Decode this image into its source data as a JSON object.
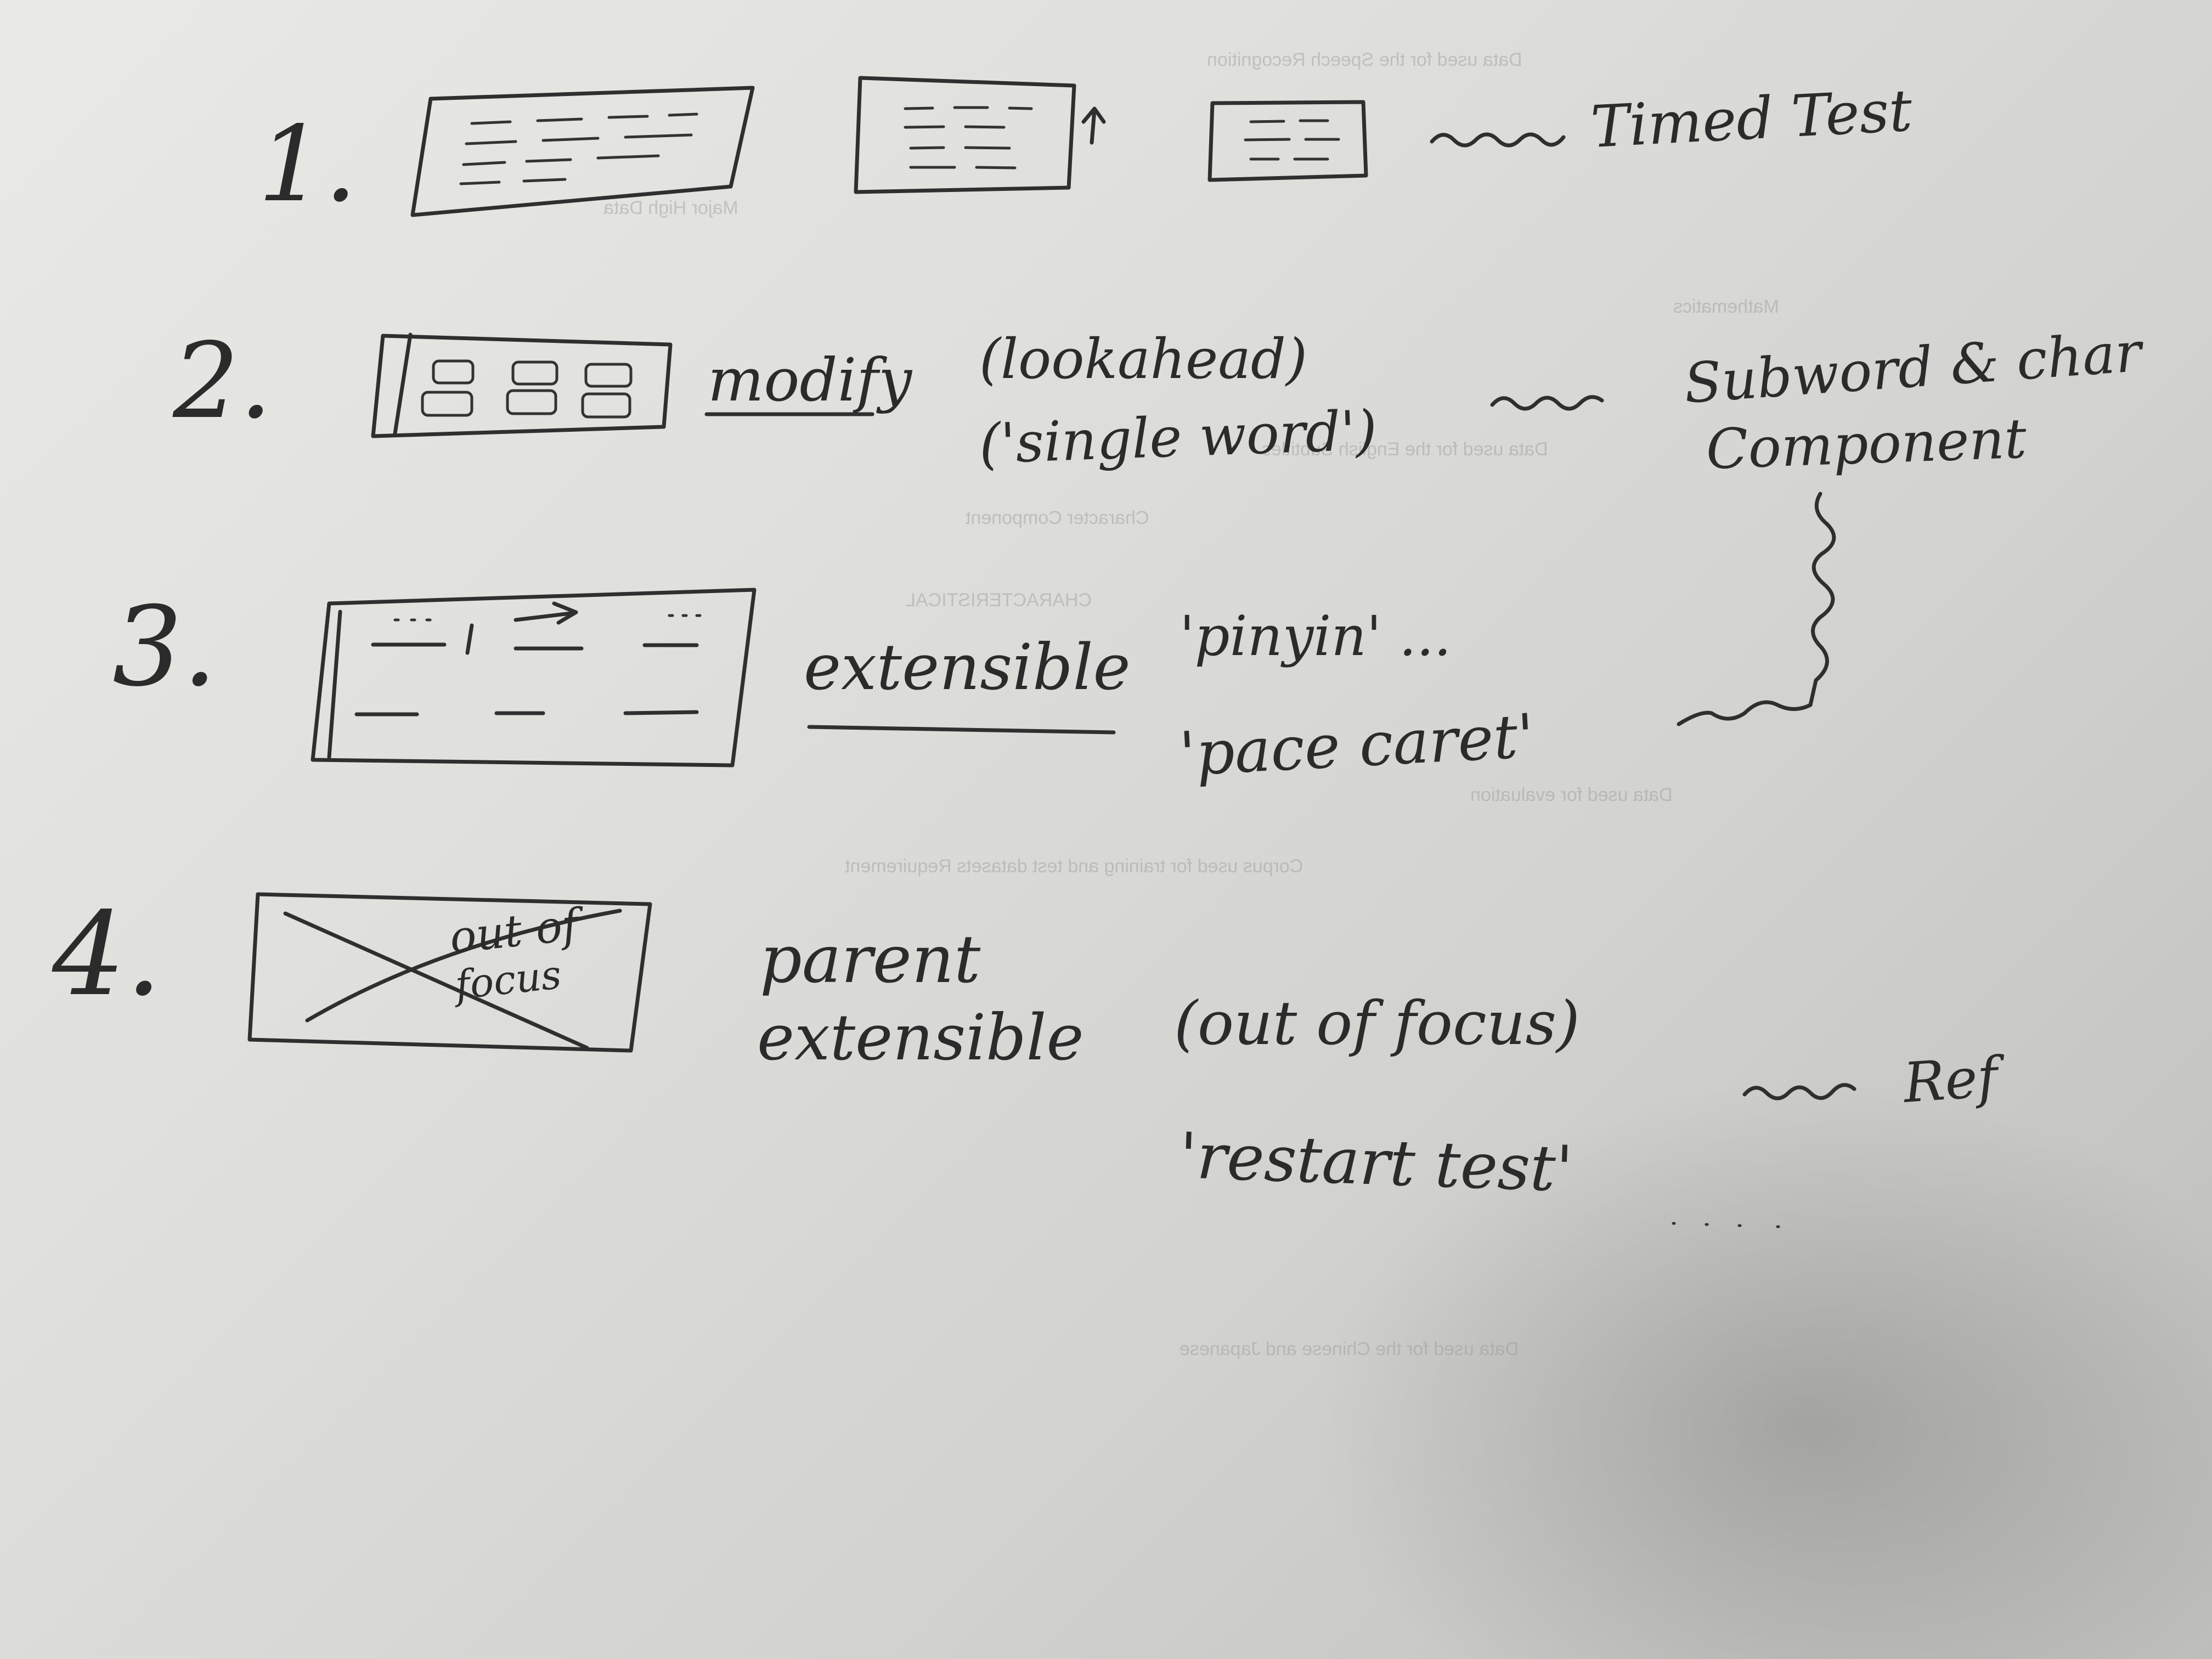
{
  "sketch": {
    "row1": {
      "number": "1.",
      "note": "Timed Test"
    },
    "row2": {
      "number": "2.",
      "label": "modify",
      "option_1": "(lookahead)",
      "option_2": "('single word')",
      "note_line_1": "Subword & char",
      "note_line_2": "Component"
    },
    "row3": {
      "number": "3.",
      "label": "extensible",
      "option_1": "'pinyin' ...",
      "option_2": "'pace caret'"
    },
    "row4": {
      "number": "4.",
      "box_text_1": "out of",
      "box_text_2": "focus",
      "label_line_1": "parent",
      "label_line_2": "extensible",
      "option_1": "(out of focus)",
      "option_2": "'restart test'",
      "note": "Ref"
    }
  },
  "show_through": [
    "Data used for the Speech Recognition",
    "Major High Data",
    "Mathematics",
    "Data used for the English Subtitles",
    "Character Component",
    "CHARACTERISTICAL",
    "Data used for evaluation",
    "Corpus used for training and test datasets Requirement",
    "Data used for the Chinese and Japanese"
  ]
}
